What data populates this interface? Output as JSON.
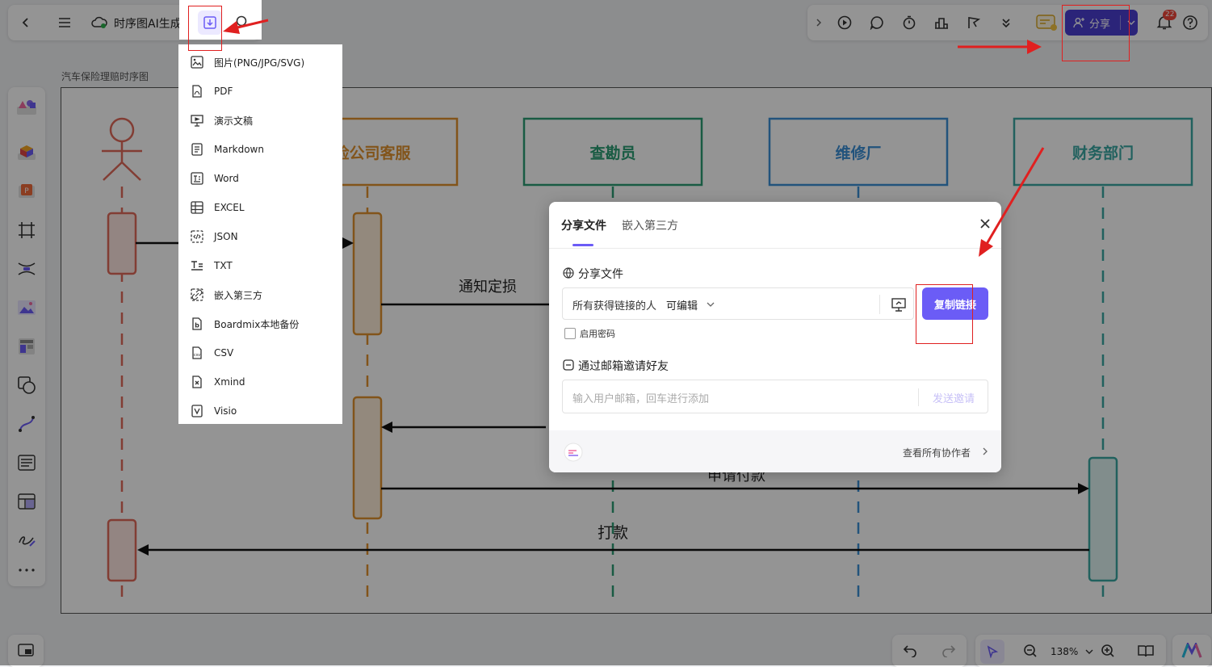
{
  "topbar": {
    "doc_title": "时序图AI生成",
    "share_label": "分享",
    "notification_count": "22"
  },
  "canvas": {
    "frame_title": "汽车保险理赔时序图",
    "actors": [
      "险公司客服",
      "查勘员",
      "维修厂",
      "财务部门"
    ],
    "messages": {
      "notify_loss": "通知定损",
      "payment_request": "申请付款",
      "pay": "打款"
    }
  },
  "export_menu": {
    "items": [
      {
        "label": "图片(PNG/JPG/SVG)",
        "icon": "image-icon"
      },
      {
        "label": "PDF",
        "icon": "pdf-icon"
      },
      {
        "label": "演示文稿",
        "icon": "presentation-icon"
      },
      {
        "label": "Markdown",
        "icon": "markdown-icon"
      },
      {
        "label": "Word",
        "icon": "word-icon"
      },
      {
        "label": "EXCEL",
        "icon": "excel-icon"
      },
      {
        "label": "JSON",
        "icon": "json-icon"
      },
      {
        "label": "TXT",
        "icon": "txt-icon"
      },
      {
        "label": "嵌入第三方",
        "icon": "embed-icon"
      },
      {
        "label": "Boardmix本地备份",
        "icon": "backup-icon"
      },
      {
        "label": "CSV",
        "icon": "csv-icon"
      },
      {
        "label": "Xmind",
        "icon": "xmind-icon"
      },
      {
        "label": "Visio",
        "icon": "visio-icon"
      }
    ]
  },
  "share_dialog": {
    "tabs": [
      "分享文件",
      "嵌入第三方"
    ],
    "section_share": "分享文件",
    "permission_text": "所有获得链接的人",
    "permission_level": "可编辑",
    "copy_link": "复制链接",
    "enable_password": "启用密码",
    "section_invite": "通过邮箱邀请好友",
    "email_placeholder": "输入用户邮箱，回车进行添加",
    "send_invite": "发送邀请",
    "view_collaborators": "查看所有协作者"
  },
  "zoombar": {
    "zoom_level": "138%"
  },
  "colors": {
    "accent": "#6b5cf6",
    "share_button": "#4b3fd1",
    "annotation_red": "#e02020",
    "actor_orange": "#e0922e",
    "actor_green": "#2b9e74",
    "actor_blue": "#3b8fd6",
    "actor_teal": "#3aa7a3",
    "lifeline_red": "#e06a5a"
  }
}
